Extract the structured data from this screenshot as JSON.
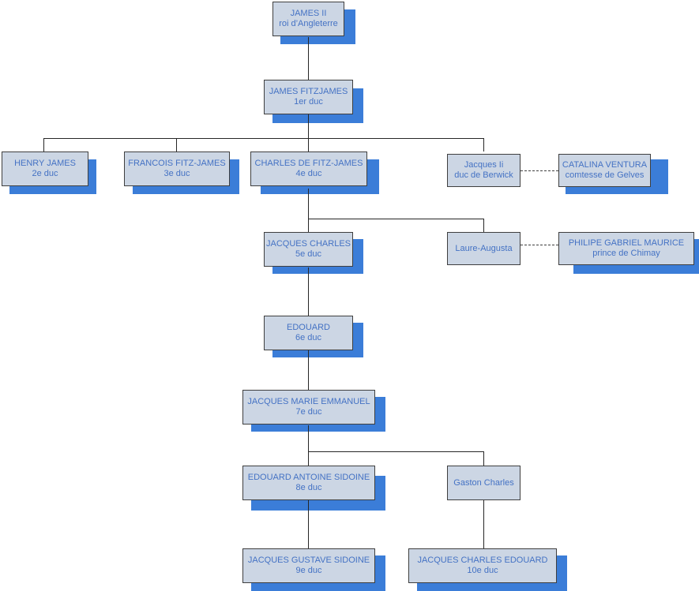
{
  "diagram": {
    "title": "Ducs de Fitz-James / Berwick genealogy",
    "colors": {
      "node_fill": "#ccd6e4",
      "node_border": "#3f3f3f",
      "node_text": "#4472c4",
      "shadow": "#3b7dd8",
      "connector": "#262626",
      "background": "#ffffff"
    }
  },
  "nodes": {
    "james2": {
      "line1": "JAMES II",
      "line2": "roi d’Angleterre"
    },
    "james_fitzjames": {
      "line1": "JAMES FITZJAMES",
      "line2": "1er duc"
    },
    "henry_james": {
      "line1": "HENRY JAMES",
      "line2": "2e duc"
    },
    "francois_fitz_james": {
      "line1": "FRANCOIS FITZ-JAMES",
      "line2": "3e duc"
    },
    "charles_de_fitz_james": {
      "line1": "CHARLES DE FITZ-JAMES",
      "line2": "4e duc"
    },
    "jacques_ii": {
      "line1": "Jacques Ii",
      "line2": "duc de Berwick"
    },
    "catalina_ventura": {
      "line1": "CATALINA VENTURA",
      "line2": "comtesse de Gelves"
    },
    "jacques_charles": {
      "line1": "JACQUES CHARLES",
      "line2": "5e duc"
    },
    "laure_augusta": {
      "line1": "Laure-Augusta",
      "line2": ""
    },
    "philipe_gabriel_maurice": {
      "line1": "PHILIPE GABRIEL MAURICE",
      "line2": "prince de Chimay"
    },
    "edouard": {
      "line1": "EDOUARD",
      "line2": "6e duc"
    },
    "jacques_marie_emmanuel": {
      "line1": "JACQUES MARIE EMMANUEL",
      "line2": "7e duc"
    },
    "edouard_antoine_sidoine": {
      "line1": "EDOUARD ANTOINE SIDOINE",
      "line2": "8e duc"
    },
    "gaston_charles": {
      "line1": "Gaston Charles",
      "line2": ""
    },
    "jacques_gustave_sidoine": {
      "line1": "JACQUES GUSTAVE SIDOINE",
      "line2": "9e duc"
    },
    "jacques_charles_edouard": {
      "line1": "JACQUES CHARLES EDOUARD",
      "line2": "10e duc"
    }
  }
}
